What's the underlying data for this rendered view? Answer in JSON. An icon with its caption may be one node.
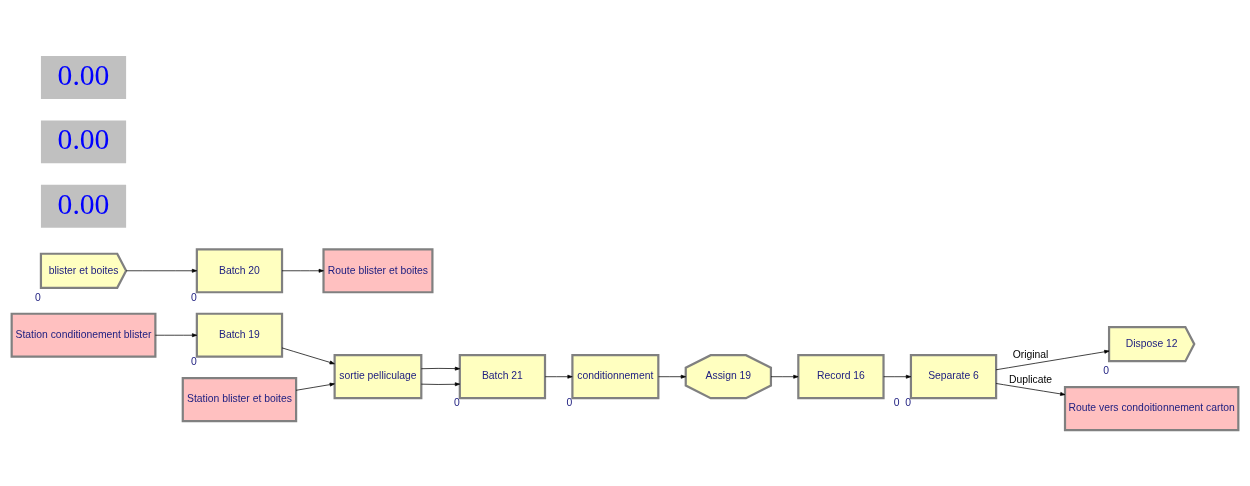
{
  "diagram": {
    "nodes": [
      {
        "text": [
          "Station conditionement blister"
        ]
      },
      {
        "text": [
          "Batch 19"
        ],
        "beside": [
          "0"
        ]
      },
      {
        "text": [
          "sortie pelliculage"
        ]
      },
      {
        "text": [
          "Station blister et boites"
        ]
      },
      {
        "text": [
          "Batch 21"
        ],
        "beside": [
          "0"
        ]
      },
      {
        "text": [
          "conditionnement"
        ],
        "beside": [
          "0"
        ]
      },
      {
        "text": [
          "Assign 19"
        ]
      },
      {
        "text": [
          "Record 16"
        ]
      },
      {
        "text": [
          "Separate 6"
        ],
        "beside": [
          "0",
          "0"
        ]
      },
      {
        "text": [
          "Dispose 12"
        ],
        "beside": [
          "0"
        ]
      },
      {
        "text": [
          "Route vers condoitionnement carton"
        ]
      },
      {
        "text": [
          "blister et boites"
        ],
        "beside": [
          "0"
        ]
      },
      {
        "text": [
          "Batch 20"
        ],
        "beside": [
          "0"
        ]
      },
      {
        "text": [
          "Route blister et boites"
        ]
      }
    ],
    "edges": [
      {
        "from": 0,
        "to": 1,
        "arrow": "to"
      },
      {
        "from": 1,
        "to": 2,
        "arrow": "to"
      },
      {
        "from": 3,
        "to": 2,
        "arrow": "to"
      },
      {
        "from": 2,
        "to": 4,
        "arrow": "to"
      },
      {
        "from": 2,
        "to": 4,
        "arrow": "to"
      },
      {
        "from": 4,
        "to": 5,
        "arrow": "to"
      },
      {
        "from": 5,
        "to": 6,
        "arrow": "to"
      },
      {
        "from": 6,
        "to": 7,
        "arrow": "to"
      },
      {
        "from": 7,
        "to": 8,
        "arrow": "to"
      },
      {
        "from": 8,
        "to": 9,
        "label": "Original",
        "arrow": "to"
      },
      {
        "from": 8,
        "to": 10,
        "label": "Duplicate",
        "arrow": "to"
      },
      {
        "from": 11,
        "to": 12,
        "arrow": "to"
      },
      {
        "from": 12,
        "to": 13,
        "arrow": "to"
      }
    ],
    "labels": [
      "0.00",
      "0.00",
      "0.00"
    ]
  }
}
